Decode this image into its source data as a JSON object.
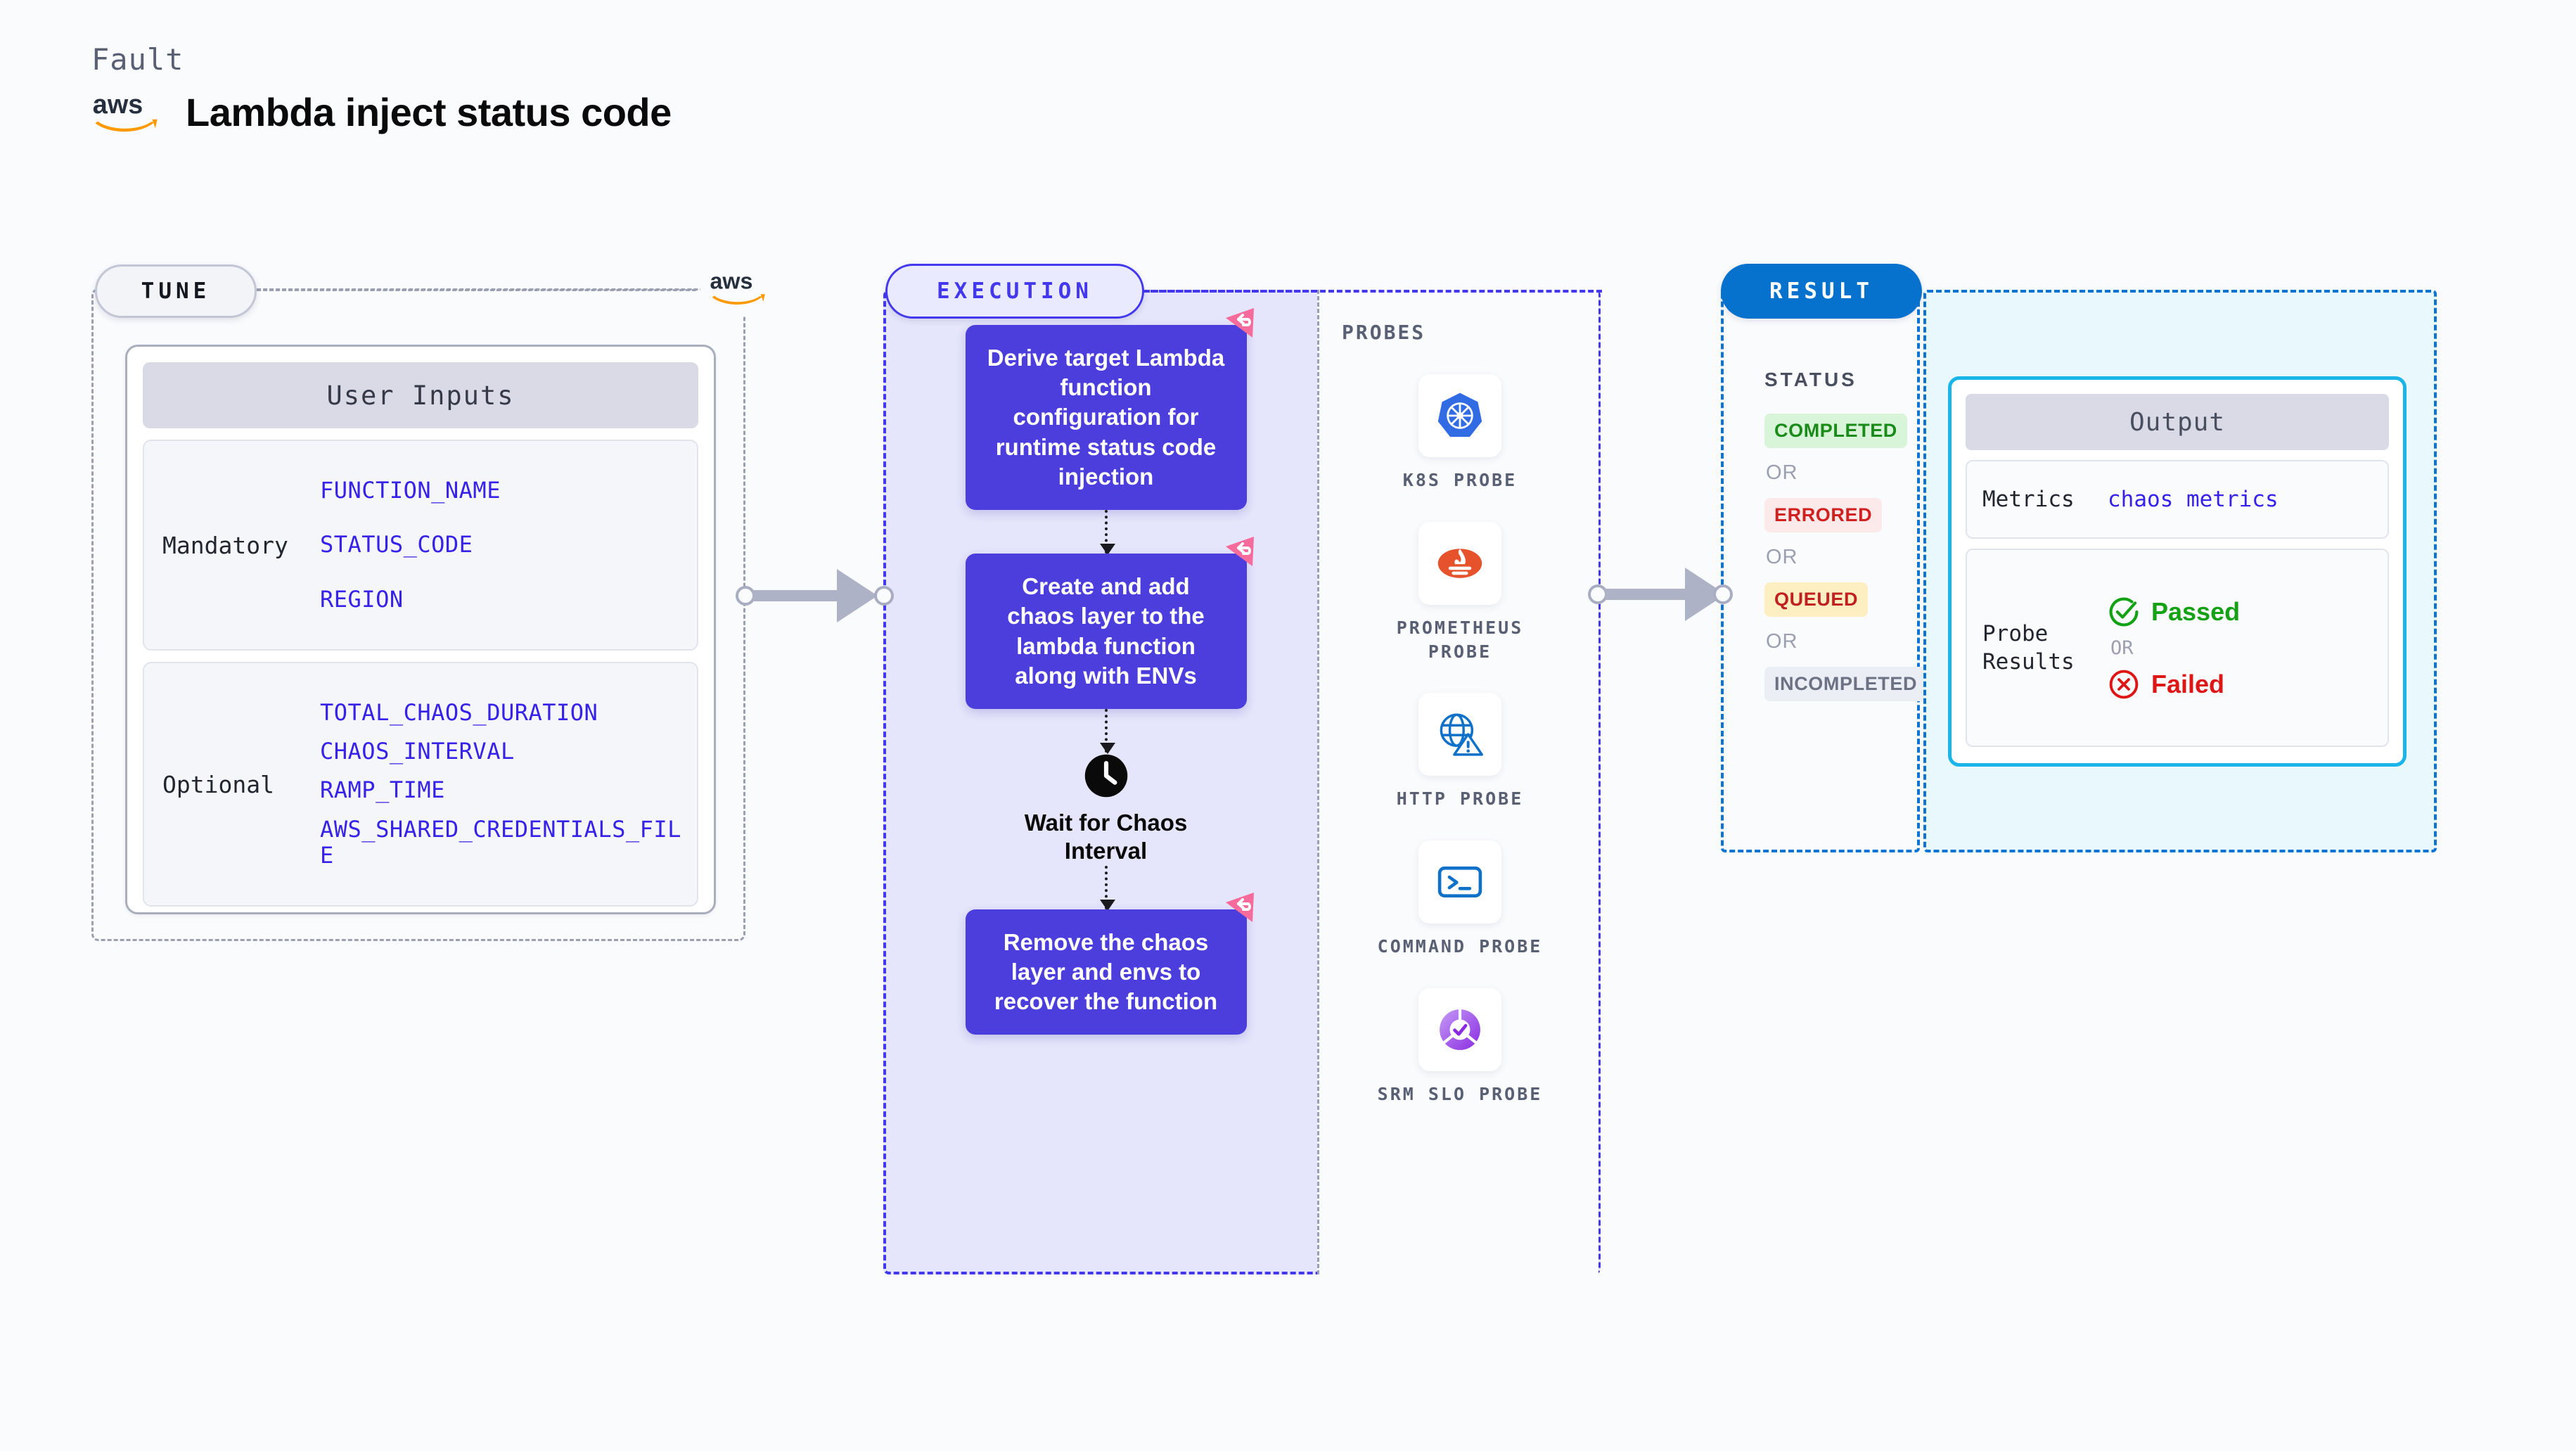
{
  "header": {
    "fault_label": "Fault",
    "title": "Lambda inject status code",
    "provider_logo": "aws-logo"
  },
  "tune": {
    "badge": "TUNE",
    "provider_logo": "aws-logo",
    "inputs_card_title": "User Inputs",
    "groups": [
      {
        "label": "Mandatory",
        "vars": [
          "FUNCTION_NAME",
          "STATUS_CODE",
          "REGION"
        ]
      },
      {
        "label": "Optional",
        "vars": [
          "TOTAL_CHAOS_DURATION",
          "CHAOS_INTERVAL",
          "RAMP_TIME",
          "AWS_SHARED_CREDENTIALS_FILE"
        ]
      }
    ]
  },
  "execution": {
    "badge": "EXECUTION",
    "steps": [
      {
        "text": "Derive target Lambda function configuration for runtime status code injection",
        "flag": "rollback-flag-icon"
      },
      {
        "text": "Create and add chaos layer to the lambda function along with ENVs",
        "flag": "rollback-flag-icon"
      }
    ],
    "wait_node": {
      "icon": "clock-icon",
      "label": "Wait for Chaos Interval"
    },
    "final_step": {
      "text": "Remove the chaos layer and envs to recover the function",
      "flag": "rollback-flag-icon"
    }
  },
  "probes": {
    "title": "PROBES",
    "items": [
      {
        "label": "K8S PROBE",
        "icon": "kubernetes-icon"
      },
      {
        "label": "PROMETHEUS PROBE",
        "icon": "prometheus-icon"
      },
      {
        "label": "HTTP PROBE",
        "icon": "http-globe-warning-icon"
      },
      {
        "label": "COMMAND PROBE",
        "icon": "terminal-icon"
      },
      {
        "label": "SRM SLO PROBE",
        "icon": "srm-slo-icon"
      }
    ]
  },
  "result": {
    "badge": "RESULT",
    "status_caption": "STATUS",
    "or_text": "OR",
    "statuses": [
      {
        "label": "COMPLETED",
        "style": "completed"
      },
      {
        "label": "ERRORED",
        "style": "errored"
      },
      {
        "label": "QUEUED",
        "style": "queued"
      },
      {
        "label": "INCOMPLETED",
        "style": "incomplete"
      }
    ],
    "output": {
      "title": "Output",
      "metrics_label": "Metrics",
      "metrics_value": "chaos metrics",
      "probe_results_label": "Probe Results",
      "passed_label": "Passed",
      "failed_label": "Failed",
      "or_text": "OR",
      "passed_icon": "check-circle-icon",
      "failed_icon": "x-circle-icon"
    }
  },
  "colors": {
    "page_bg": "#fafbfd",
    "tune_border": "#9aa0b0",
    "execution_accent": "#4338ed",
    "execution_bg": "#e5e5fb",
    "step_box": "#4c3ddd",
    "result_accent": "#0a74d4",
    "result_badge": "#0772ce",
    "output_bg": "#e8f8fd",
    "output_card_border": "#19b5e8",
    "variable_text": "#3622e8",
    "flag_pink": "#f56b9b",
    "connector_gray": "#aeb2c6",
    "aws_orange": "#ff9900"
  }
}
